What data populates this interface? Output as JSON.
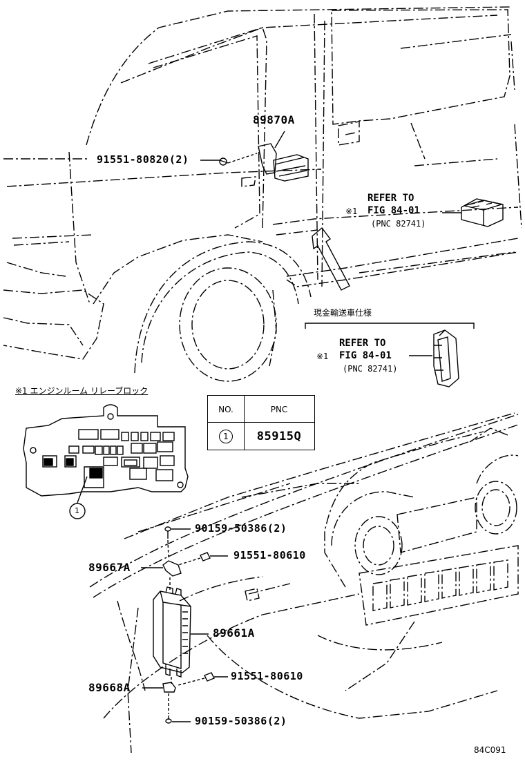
{
  "parts": {
    "ecu_upper": "89870A",
    "bolt_upper": "91551-80820(2)",
    "refer_upper": {
      "line1": "REFER TO",
      "line2": "FIG 84-01",
      "line3": "(PNC 82741)",
      "mark": "※1"
    },
    "cash_spec_title": "現金輸送車仕様",
    "refer_lower": {
      "line1": "REFER TO",
      "line2": "FIG 84-01",
      "line3": "(PNC 82741)",
      "mark": "※1"
    },
    "relay_block_title": "※1 エンジンルーム リレーブロック",
    "callout_1": "1",
    "screw_top": "90159-50386(2)",
    "bolt_mid": "91551-80610",
    "bracket_top": "89667A",
    "module": "89661A",
    "bolt_low": "91551-80610",
    "bracket_low": "89668A",
    "screw_bottom": "90159-50386(2)"
  },
  "table": {
    "head_no": "NO.",
    "head_pnc": "PNC",
    "row_no": "1",
    "row_pnc": "85915Q"
  },
  "figure_code": "84C091"
}
